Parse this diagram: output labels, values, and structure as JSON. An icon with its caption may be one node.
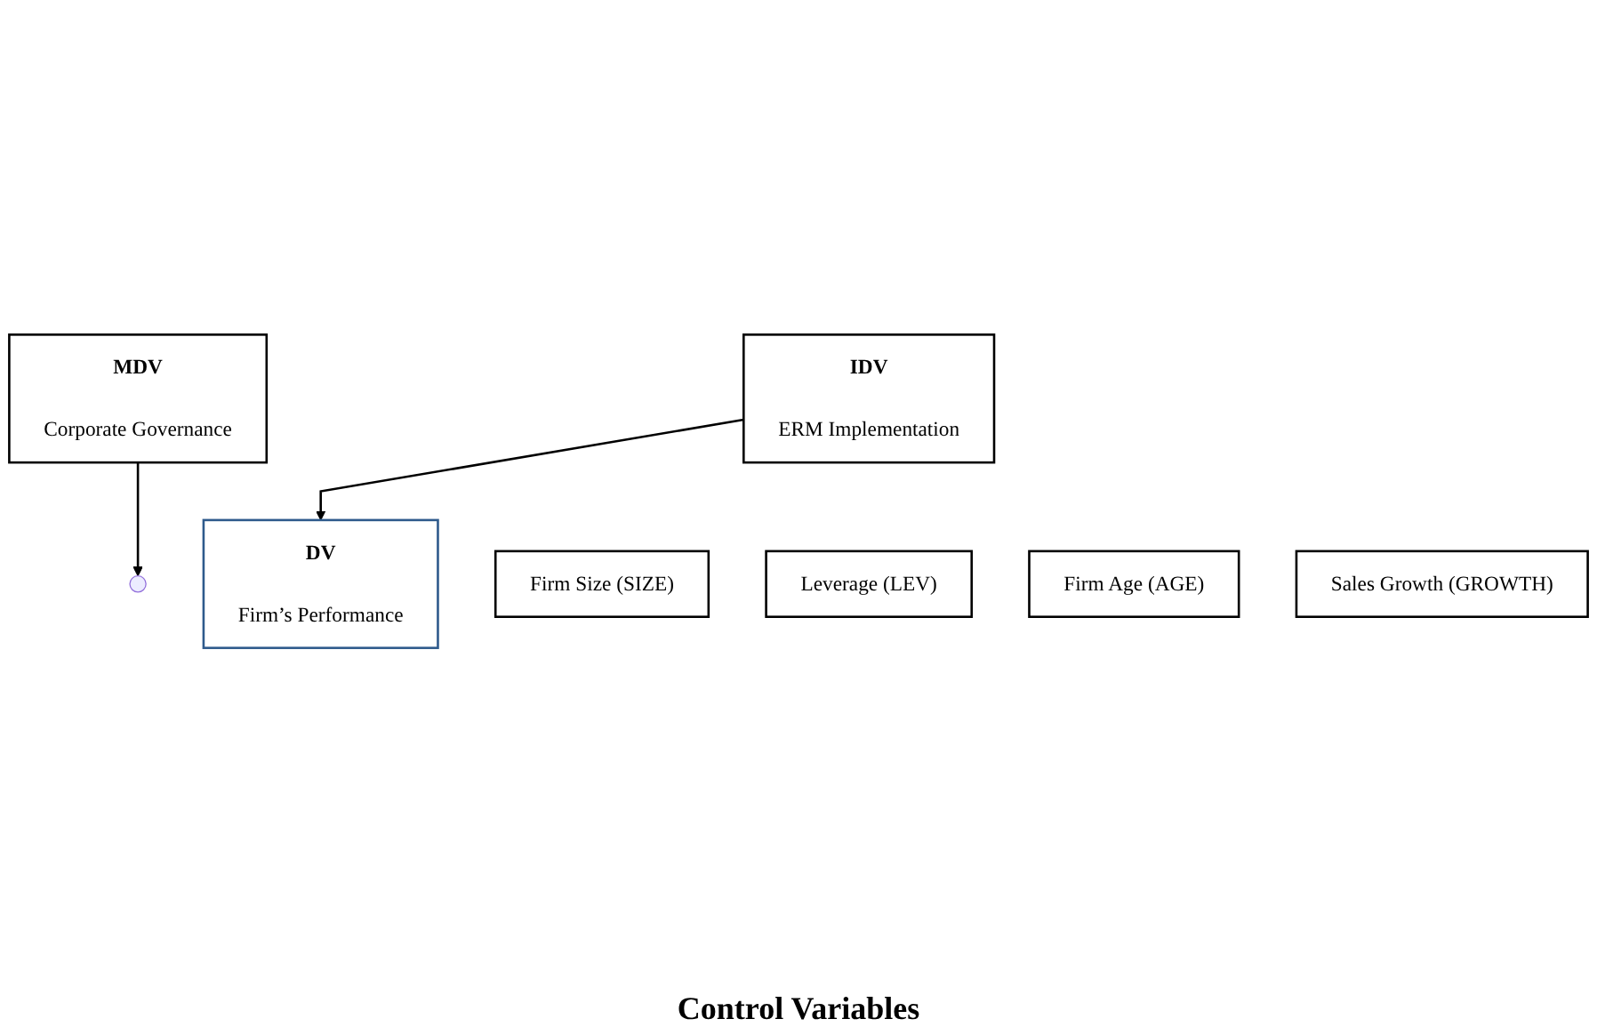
{
  "diagram": {
    "nodes": [
      {
        "text": [
          "MDV",
          "Corporate Governance"
        ]
      },
      {
        "text": [
          "IDV",
          "ERM Implementation"
        ]
      },
      {
        "text": [
          "DV",
          "Firm’s Performance"
        ]
      },
      {
        "text": [
          "Firm Size (SIZE)"
        ]
      },
      {
        "text": [
          "Leverage (LEV)"
        ]
      },
      {
        "text": [
          "Firm Age (AGE)"
        ]
      },
      {
        "text": [
          "Sales Growth (GROWTH)"
        ]
      }
    ],
    "edges": [
      {
        "from": 1,
        "to": 2,
        "arrow": "to"
      },
      {
        "from": 0,
        "to": null,
        "arrow": "to"
      }
    ],
    "labels": [
      "Control Variables"
    ]
  }
}
